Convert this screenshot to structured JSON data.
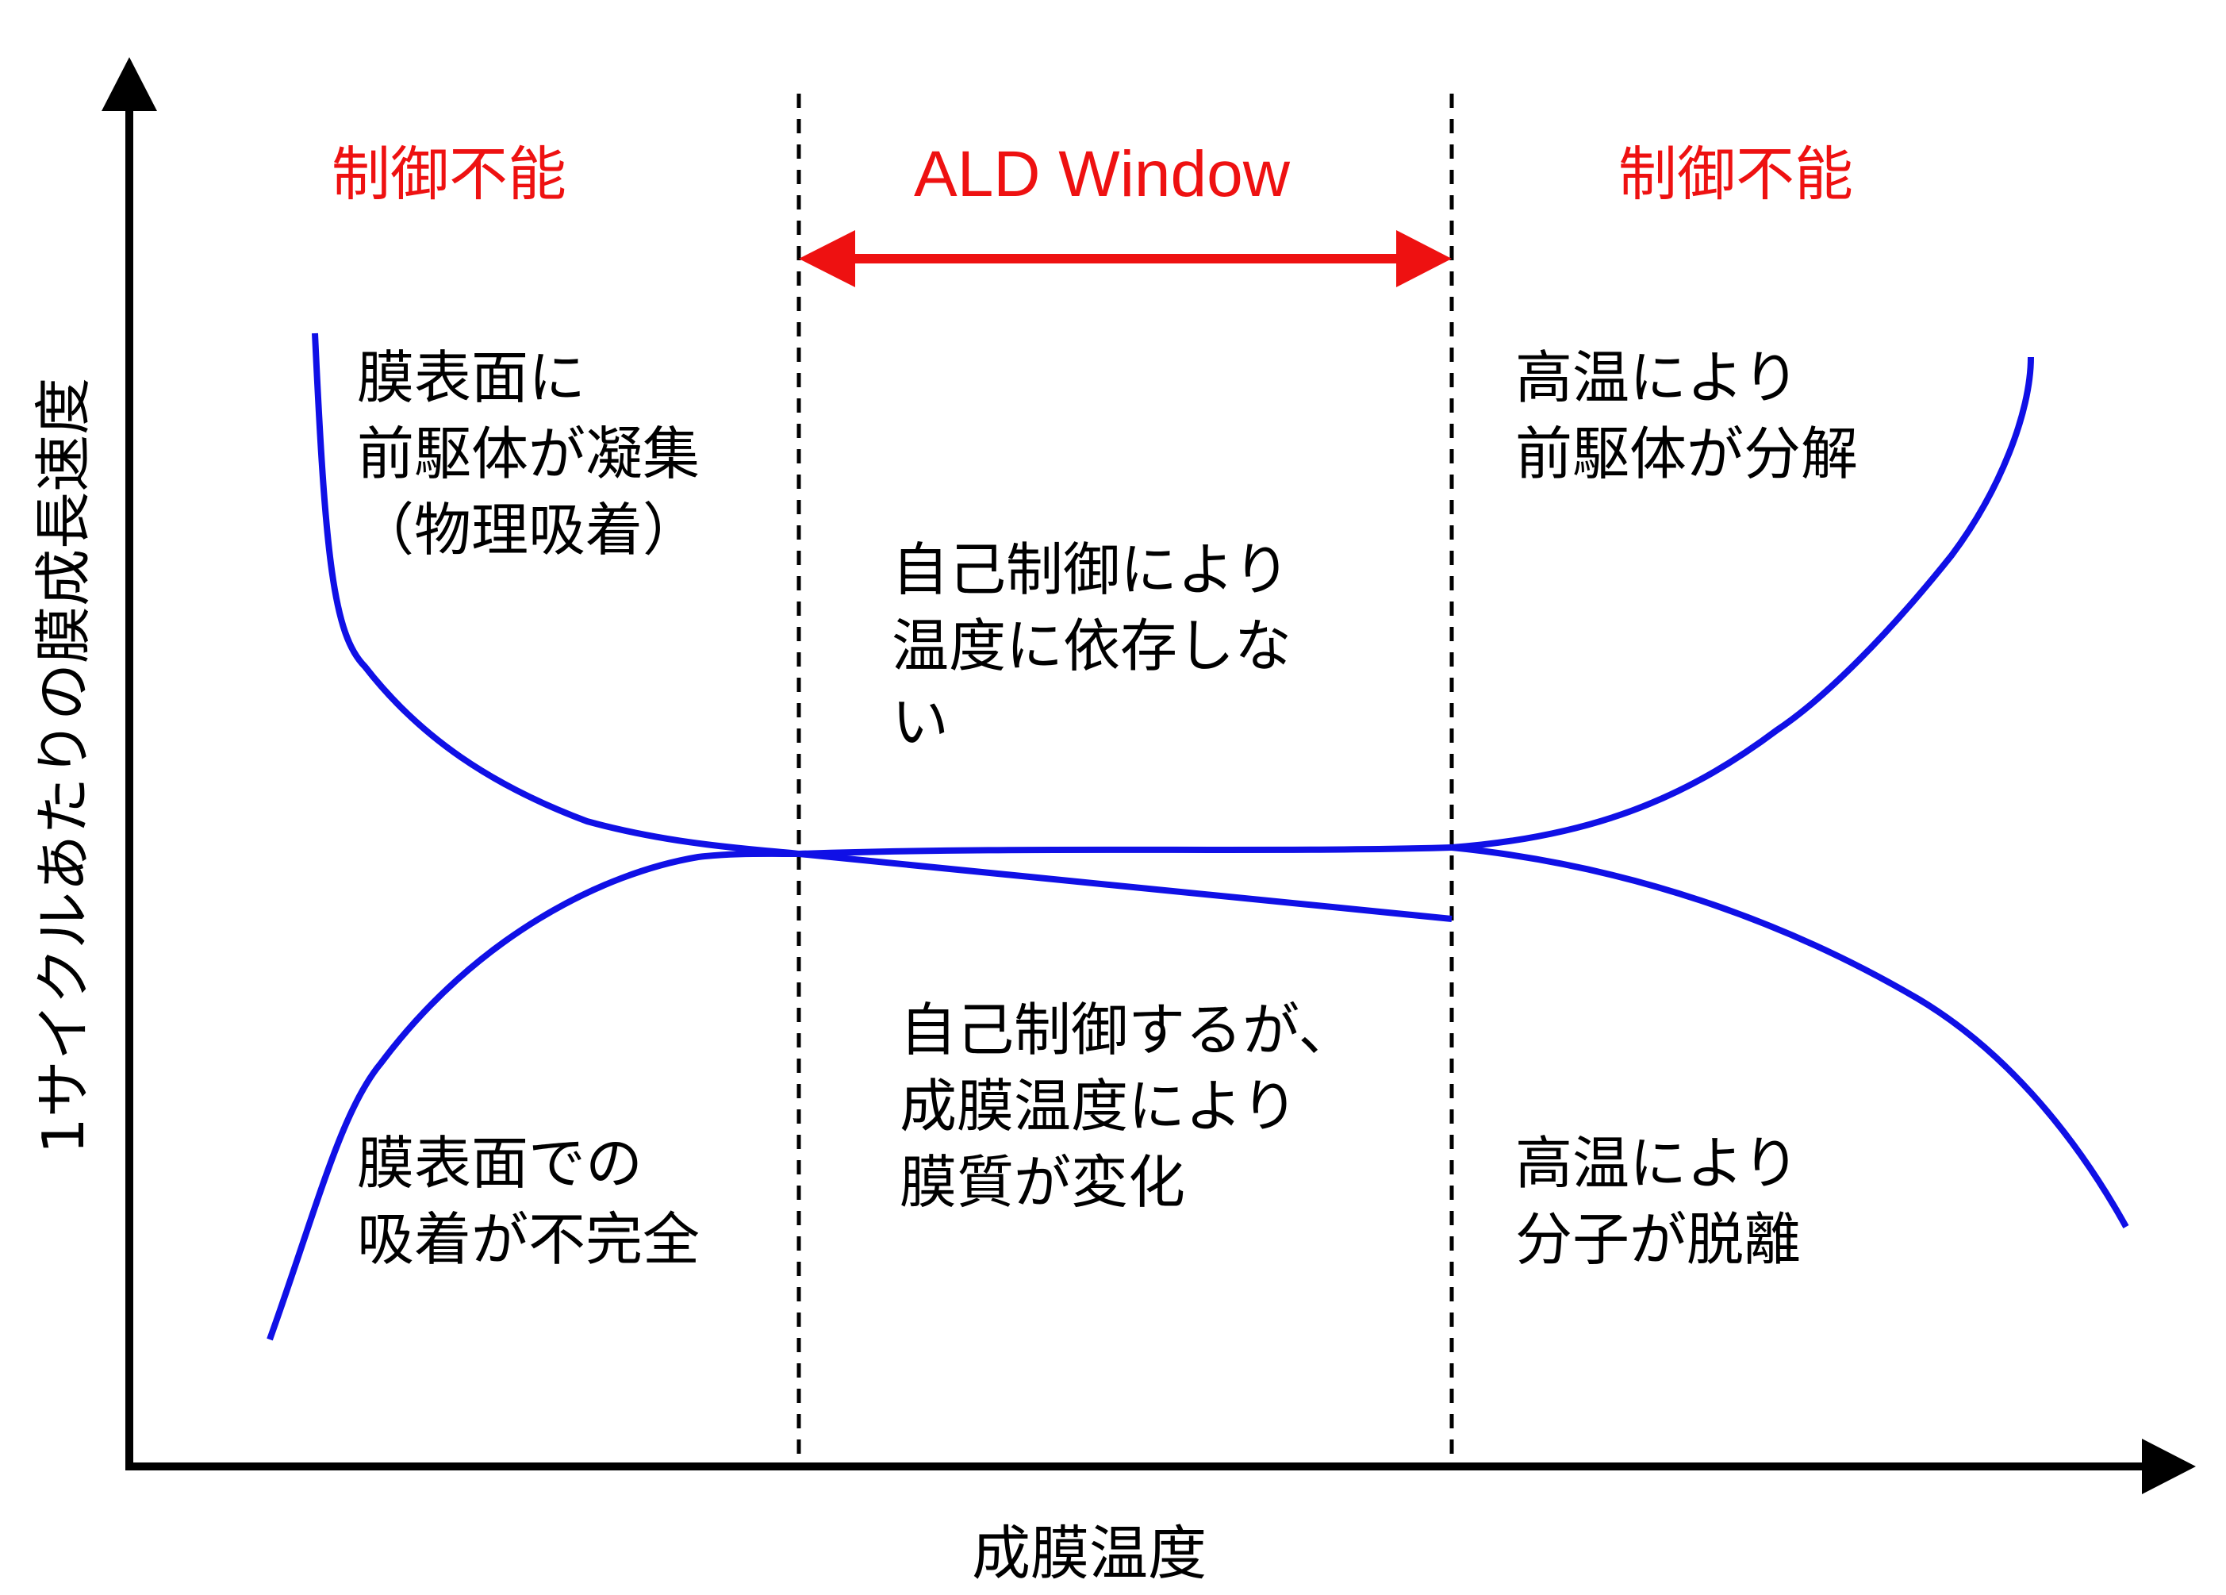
{
  "axes": {
    "x_label": "成膜温度",
    "y_label": "1サイクルあたりの膜成長速度"
  },
  "regions": {
    "left_title": "制御不能",
    "center_title": "ALD Window",
    "right_title": "制御不能"
  },
  "annotations": {
    "left_upper": "膜表面に\n前駆体が凝集\n（物理吸着）",
    "left_lower": "膜表面での\n吸着が不完全",
    "center_upper": "自己制御により\n温度に依存しな\nい",
    "center_lower": "自己制御するが、\n成膜温度により\n膜質が変化",
    "right_upper": "高温により\n前駆体が分解",
    "right_lower": "高温により\n分子が脱離"
  },
  "colors": {
    "curve": "#1010e6",
    "highlight": "#ee1111",
    "axis": "#000000"
  }
}
